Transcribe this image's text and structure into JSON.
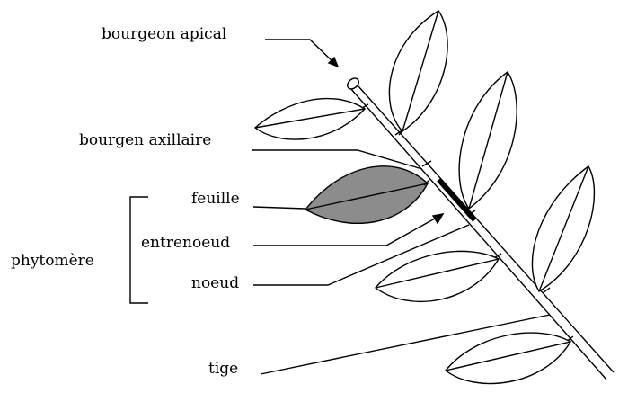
{
  "labels": {
    "bourgeon_apical": "bourgeon apical",
    "bourgen_axillaire": "bourgen axillaire",
    "feuille": "feuille",
    "entrenoeud": "entrenoeud",
    "noeud": "noeud",
    "phytomere": "phytomère",
    "tige": "tige"
  },
  "colors": {
    "line": "#000000",
    "highlighted_leaf": "#8c8c8c",
    "leaf": "#ffffff"
  }
}
